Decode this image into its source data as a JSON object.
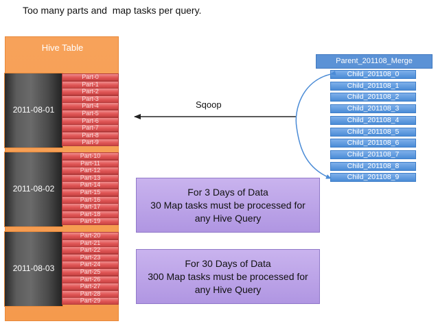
{
  "title": "Too many parts and  map tasks per query.",
  "hive_table": {
    "label": "Hive Table"
  },
  "partitions": [
    {
      "date": "2011-08-01",
      "parts": [
        "Part-0",
        "Part-1",
        "Part-2",
        "Part-3",
        "Part-4",
        "Part-5",
        "Part-6",
        "Part-7",
        "Part-8",
        "Part-9"
      ]
    },
    {
      "date": "2011-08-02",
      "parts": [
        "Part-10",
        "Part-11",
        "Part-12",
        "Part-13",
        "Part-14",
        "Part-15",
        "Part-16",
        "Part-17",
        "Part-18",
        "Part-19"
      ]
    },
    {
      "date": "2011-08-03",
      "parts": [
        "Part-20",
        "Part-21",
        "Part-22",
        "Part-23",
        "Part-24",
        "Part-25",
        "Part-26",
        "Part-27",
        "Part-28",
        "Part-29"
      ]
    }
  ],
  "sqoop_label": "Sqoop",
  "parent_table": "Parent_201108_Merge",
  "child_tables": [
    "Child_201108_0",
    "Child_201108_1",
    "Child_201108_2",
    "Child_201108_3",
    "Child_201108_4",
    "Child_201108_5",
    "Child_201108_6",
    "Child_201108_7",
    "Child_201108_8",
    "Child_201108_9"
  ],
  "info_boxes": [
    {
      "lines": [
        "For 3 Days of Data",
        "30 Map tasks must be processed for",
        "any Hive Query"
      ]
    },
    {
      "lines": [
        "For 30 Days of Data",
        "300 Map tasks must be processed for",
        "any Hive Query"
      ]
    }
  ],
  "colors": {
    "hive_table": "#f59a4d",
    "part": "#e05656",
    "child": "#4a8bd6",
    "parent": "#5b92d6",
    "info_box": "#b89ee6",
    "arrow": "#222222"
  }
}
